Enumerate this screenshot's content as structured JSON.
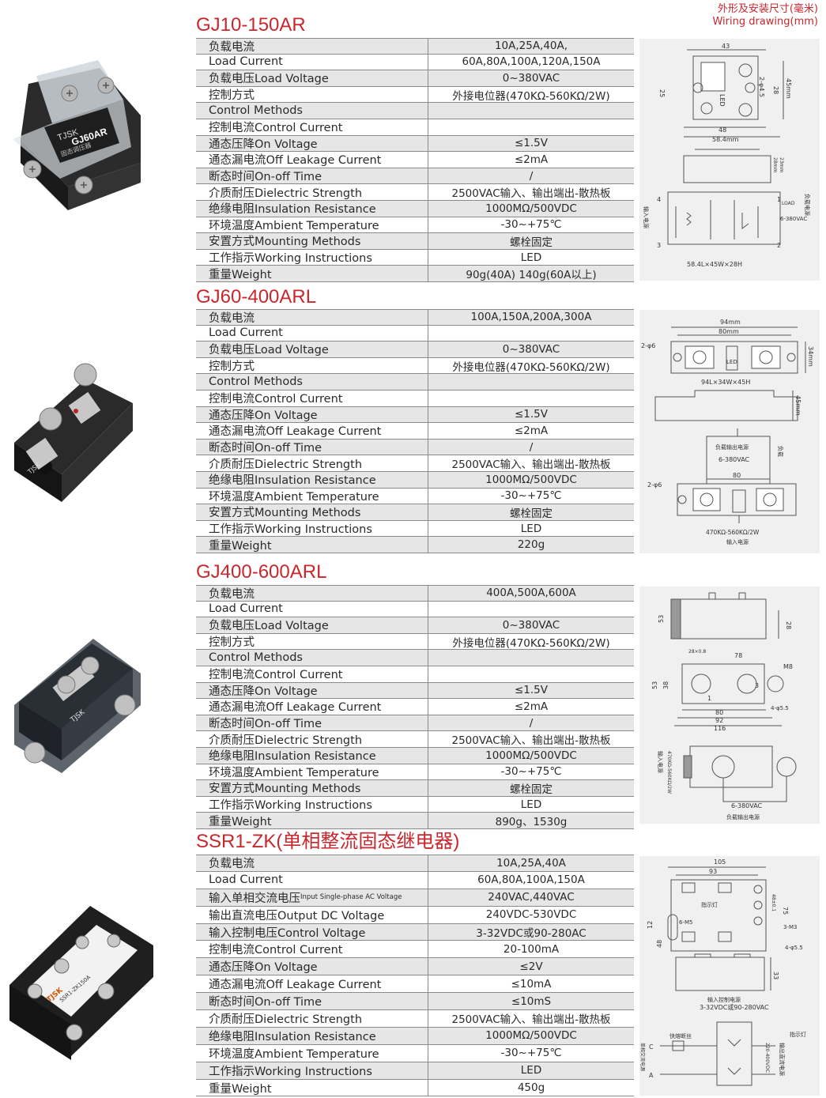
{
  "header": {
    "wiring_cn": "外形及安装尺寸(毫米)",
    "wiring_en": "Wiring drawing(mm)"
  },
  "products": [
    {
      "title": "GJ10-150AR",
      "rows": [
        {
          "label": "负载电流",
          "value": "10A,25A,40A,"
        },
        {
          "label": "Load Current",
          "value": "60A,80A,100A,120A,150A"
        },
        {
          "label": "负载电压Load Voltage",
          "value": "0~380VAC"
        },
        {
          "label": "控制方式",
          "value": "外接电位器(470KΩ-560KΩ/2W)"
        },
        {
          "label": "Control Methods",
          "value": ""
        },
        {
          "label": "控制电流Control Current",
          "value": ""
        },
        {
          "label": "通态压降On Voltage",
          "value": "≤1.5V"
        },
        {
          "label": "通态漏电流Off Leakage Current",
          "value": "≤2mA"
        },
        {
          "label": "断态时间On-off Time",
          "value": "/"
        },
        {
          "label": "介质耐压Dielectric Strength",
          "value": "2500VAC输入、输出端出-散热板"
        },
        {
          "label": "绝缘电阻Insulation Resistance",
          "value": "1000MΩ/500VDC"
        },
        {
          "label": "环境温度Ambient Temperature",
          "value": "-30~+75℃"
        },
        {
          "label": "安置方式Mounting Methods",
          "value": "螺栓固定"
        },
        {
          "label": "工作指示Working Instructions",
          "value": "LED"
        },
        {
          "label": "重量Weight",
          "value": "90g(40A)   140g(60A以上)"
        }
      ],
      "photo": {
        "brand": "TJSK",
        "model": "GJ60AR",
        "cn": "固态调压器"
      },
      "drawing": {
        "d43": "43",
        "d48": "48",
        "d58": "58.4mm",
        "d25": "25",
        "d28": "28",
        "d45": "45mm",
        "hole": "2-φ4.5",
        "led": "LED",
        "h28": "28mm",
        "h23": "23mm",
        "dims": "58.4L×45W×28H",
        "load": "LOAD",
        "v": "6-380VAC",
        "in": "输入电源",
        "out": "负载电源",
        "p4": "4",
        "p3": "3",
        "p1": "1",
        "p2": "2"
      }
    },
    {
      "title": "GJ60-400ARL",
      "rows": [
        {
          "label": "负载电流",
          "value": "100A,150A,200A,300A"
        },
        {
          "label": "Load Current",
          "value": ""
        },
        {
          "label": "负载电压Load Voltage",
          "value": "0~380VAC"
        },
        {
          "label": "控制方式",
          "value": "外接电位器(470KΩ-560KΩ/2W)"
        },
        {
          "label": "Control Methods",
          "value": ""
        },
        {
          "label": "控制电流Control Current",
          "value": ""
        },
        {
          "label": "通态压降On Voltage",
          "value": "≤1.5V"
        },
        {
          "label": "通态漏电流Off Leakage Current",
          "value": "≤2mA"
        },
        {
          "label": "断态时间On-off Time",
          "value": "/"
        },
        {
          "label": "介质耐压Dielectric Strength",
          "value": "2500VAC输入、输出端出-散热板"
        },
        {
          "label": "绝缘电阻Insulation Resistance",
          "value": "1000MΩ/500VDC"
        },
        {
          "label": "环境温度Ambient Temperature",
          "value": "-30~+75℃"
        },
        {
          "label": "安置方式Mounting Methods",
          "value": "螺栓固定"
        },
        {
          "label": "工作指示Working Instructions",
          "value": "LED"
        },
        {
          "label": "重量Weight",
          "value": "220g"
        }
      ],
      "photo": {
        "brand": "TJSK"
      },
      "drawing": {
        "d94": "94mm",
        "d80": "80mm",
        "hole": "2-φ6",
        "led": "LED",
        "h34": "34mm",
        "dims": "94L×34W×45H",
        "h45": "45mm",
        "load_supply": "负载输出电源",
        "v": "6-380VAC",
        "load": "负载",
        "d80b": "80",
        "hole2": "2-φ6",
        "pot": "470KΩ-560KΩ/2W",
        "in": "输入电源"
      }
    },
    {
      "title": "GJ400-600ARL",
      "rows": [
        {
          "label": "负载电流",
          "value": "400A,500A,600A"
        },
        {
          "label": "Load Current",
          "value": ""
        },
        {
          "label": "负载电压Load Voltage",
          "value": "0~380VAC"
        },
        {
          "label": "控制方式",
          "value": "外接电位器(470KΩ-560KΩ/2W)"
        },
        {
          "label": "Control Methods",
          "value": ""
        },
        {
          "label": "控制电流Control Current",
          "value": ""
        },
        {
          "label": "通态压降On Voltage",
          "value": "≤1.5V"
        },
        {
          "label": "通态漏电流Off Leakage Current",
          "value": "≤2mA"
        },
        {
          "label": "断态时间On-off Time",
          "value": "/"
        },
        {
          "label": "介质耐压Dielectric Strength",
          "value": "2500VAC输入、输出端出-散热板"
        },
        {
          "label": "绝缘电阻Insulation Resistance",
          "value": "1000MΩ/500VDC"
        },
        {
          "label": "环境温度Ambient Temperature",
          "value": "-30~+75℃"
        },
        {
          "label": "安置方式Mounting Methods",
          "value": "螺栓固定"
        },
        {
          "label": "工作指示Working Instructions",
          "value": "LED"
        },
        {
          "label": "重量Weight",
          "value": "890g、1530g"
        }
      ],
      "photo": {
        "brand": "TJSK"
      },
      "drawing": {
        "d53": "53",
        "d28": "28",
        "d28x8": "28×0.8",
        "d78": "78",
        "d38": "38",
        "d53b": "53",
        "m8": "M8",
        "d80": "80",
        "d92": "92",
        "d116": "116",
        "hole": "4-φ5.5",
        "p1": "1",
        "p3": "3",
        "v": "6-380VAC",
        "out": "负载输出电源",
        "in": "输入电源",
        "pot": "470KΩ-560KΩ/2W"
      }
    },
    {
      "title": "SSR1-ZK(单相整流固态继电器)",
      "rows": [
        {
          "label": "负载电流",
          "value": "10A,25A,40A",
          "small": ""
        },
        {
          "label": "Load Current",
          "value": "60A,80A,100A,150A",
          "small": ""
        },
        {
          "label": "输入单相交流电压",
          "value": "240VAC,440VAC",
          "small": "Input Single-phase AC Voltage"
        },
        {
          "label": "输出直流电压Output DC Voltage",
          "value": "240VDC-530VDC",
          "small": ""
        },
        {
          "label": "输入控制电压Control Voltage",
          "value": "3-32VDC或90-280AC",
          "small": ""
        },
        {
          "label": "控制电流Control Current",
          "value": "20-100mA",
          "small": ""
        },
        {
          "label": "通态压降On Voltage",
          "value": "≤2V",
          "small": ""
        },
        {
          "label": "通态漏电流Off Leakage Current",
          "value": "≤10mA",
          "small": ""
        },
        {
          "label": "断态时间On-off Time",
          "value": "≤10mS",
          "small": ""
        },
        {
          "label": "介质耐压Dielectric Strength",
          "value": "2500VAC输入、输出端出-散热板",
          "small": ""
        },
        {
          "label": "绝缘电阻Insulation Resistance",
          "value": "1000MΩ/500VDC",
          "small": ""
        },
        {
          "label": "环境温度Ambient Temperature",
          "value": "-30~+75℃",
          "small": ""
        },
        {
          "label": "工作指示Working Instructions",
          "value": "LED",
          "small": ""
        },
        {
          "label": "重量Weight",
          "value": "450g",
          "small": ""
        }
      ],
      "photo": {
        "brand": "TJSK",
        "model": "SSR1-ZK150A"
      },
      "drawing": {
        "d105": "105",
        "d93": "93",
        "ind": "指示灯",
        "m5": "6-M5",
        "m3": "3-M3",
        "hole": "4-φ5.5",
        "d75": "75",
        "d48": "48±0.1",
        "d12": "12",
        "d48b": "48",
        "d33": "33",
        "in": "输入控制电源",
        "v": "3-32VDC或90-280VAC",
        "fuse": "快熔断丝",
        "ind2": "指示灯",
        "c": "C",
        "a": "A",
        "ac": "单相交流电源",
        "out": "220-400VDC",
        "out2": "输出直流电源"
      }
    }
  ]
}
